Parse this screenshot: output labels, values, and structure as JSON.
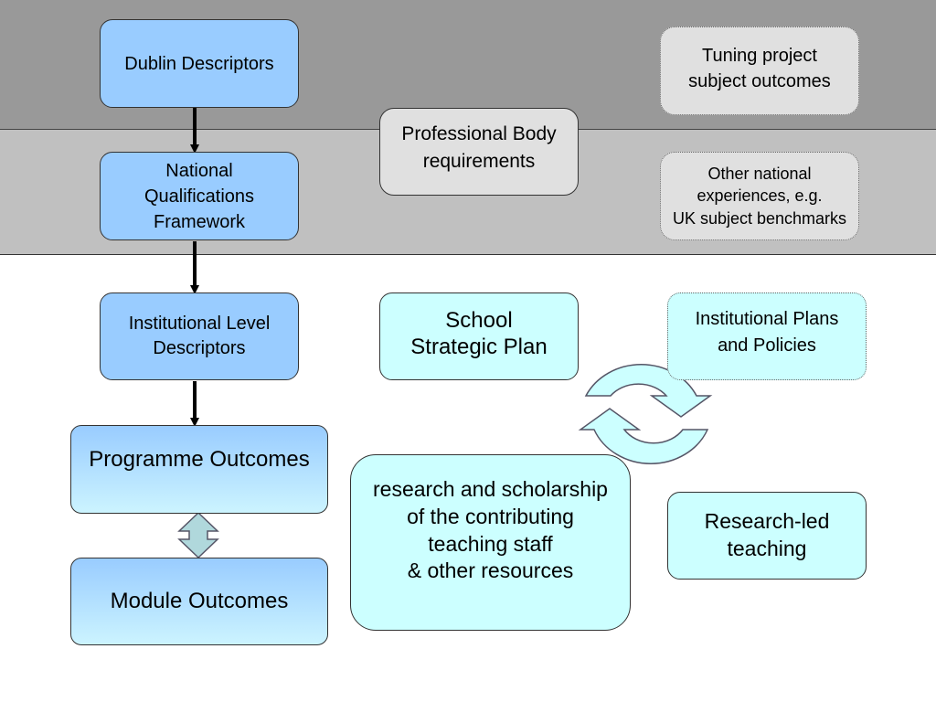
{
  "boxes": {
    "dublin_descriptors": "Dublin Descriptors",
    "national_qualifications_framework": "National\nQualifications\nFramework",
    "institutional_level_descriptors": "Institutional Level\nDescriptors",
    "programme_outcomes": "Programme Outcomes",
    "module_outcomes": "Module Outcomes",
    "professional_body_requirements": "Professional Body\nrequirements",
    "tuning_project_subject_outcomes": "Tuning project\nsubject outcomes",
    "other_national_experiences": "Other national\nexperiences, e.g.\nUK subject benchmarks",
    "school_strategic_plan": "School\nStrategic Plan",
    "institutional_plans_and_policies": "Institutional Plans\nand Policies",
    "research_and_scholarship": "research and scholarship\nof the contributing\nteaching staff\n& other resources",
    "research_led_teaching": "Research-led\nteaching"
  },
  "colors": {
    "band_top": "#999999",
    "band_middle": "#c0c0c0",
    "box_blue": "#99ccff",
    "box_cyan": "#ccffff",
    "box_grey": "#e0e0e0",
    "cycle_arrow_fill": "#ccffff",
    "double_arrow_fill": "#b0d8dc"
  }
}
